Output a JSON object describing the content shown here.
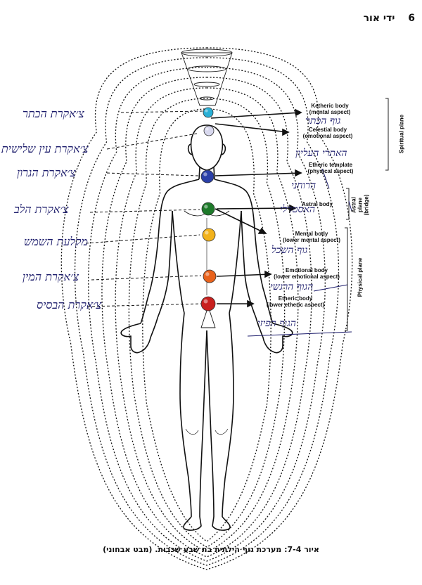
{
  "header": {
    "page_number": "6",
    "title": "ידי אור"
  },
  "bodies": [
    {
      "name": "Ketheric body",
      "aspect": "(mental aspect)"
    },
    {
      "name": "Celestial body",
      "aspect": "(emotional aspect)"
    },
    {
      "name": "Etheric template",
      "aspect": "(physical aspect)"
    },
    {
      "name": "Astral body",
      "aspect": ""
    },
    {
      "name": "Mental body",
      "aspect": "(lower mental aspect)"
    },
    {
      "name": "Emotional body",
      "aspect": "(lower emotional aspect)"
    },
    {
      "name": "Etheric body",
      "aspect": "(lower etheric aspect)"
    }
  ],
  "planes": {
    "spiritual": "Spiritual plane",
    "astral_1": "Astral",
    "astral_2": "plane",
    "astral_3": "(bridge)",
    "physical": "Physical plane"
  },
  "handwriting_left": [
    "צ׳אקרת הכתר",
    "צ׳אקרת עין שלישית",
    "צ׳אקרת הגרון",
    "צ׳אקרת הלב",
    "מקלעת השמש",
    "צ׳אקרת המין",
    "צ׳אקרת הבסיס"
  ],
  "handwriting_right": [
    "גוף הכתר",
    "האתרי העליון",
    "הרוחני",
    "האסטרלי",
    "גוף השכל",
    "הגוף הרגשי",
    "הגוף הפיזי"
  ],
  "caption": "איור 7-4: מערכת גוף הילתית בת שבע שכבות. (מבט אבחוני)",
  "colors": {
    "chakra_crown": "#2ab0d6",
    "chakra_third_eye": "#d8d8ee",
    "chakra_throat": "#2a3fa8",
    "chakra_heart": "#1e7a2a",
    "chakra_solar": "#f2b21b",
    "chakra_sacral": "#e8621c",
    "chakra_root": "#c8201e",
    "ink": "#1a1a6a"
  }
}
